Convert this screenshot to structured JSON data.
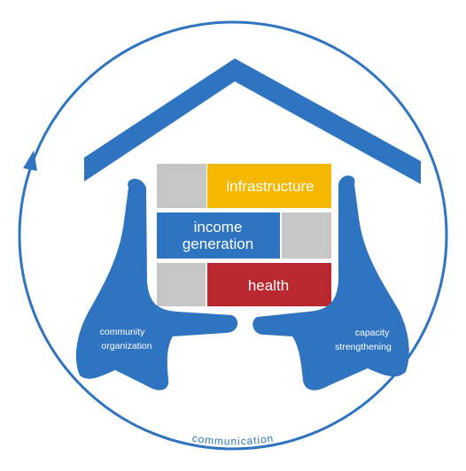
{
  "labels": {
    "infrastructure": "infrastructure",
    "income_line1": "income",
    "income_line2": "generation",
    "health": "health",
    "community_line1": "community",
    "community_line2": "organization",
    "capacity_line1": "capacity",
    "capacity_line2": "strengthening",
    "communication": "communication"
  },
  "colors": {
    "blue": "#2f74c0",
    "yellow": "#f5b800",
    "red": "#b8282e",
    "gray": "#c6c6c6"
  }
}
